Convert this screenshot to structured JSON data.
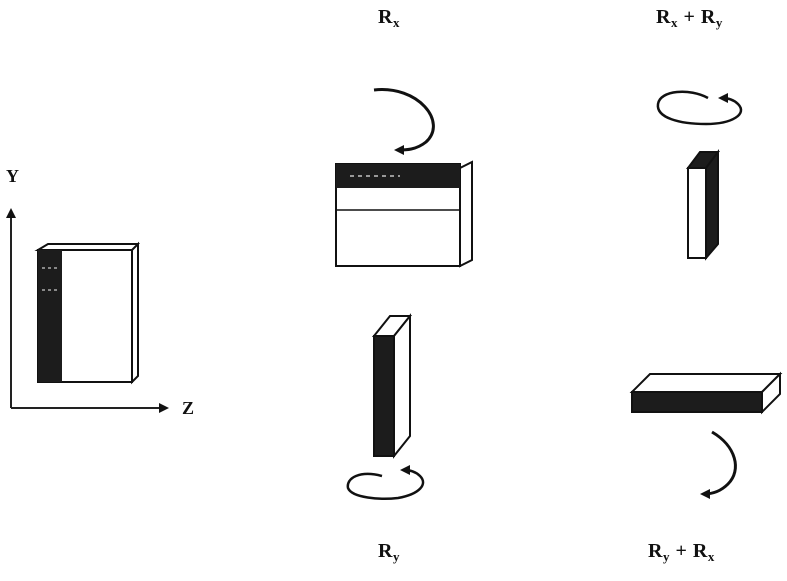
{
  "axes": {
    "y_label": "Y",
    "z_label": "Z"
  },
  "labels": {
    "rx": {
      "base": "R",
      "sub": "x"
    },
    "rx_ry": {
      "a_base": "R",
      "a_sub": "x",
      "op": " + ",
      "b_base": "R",
      "b_sub": "y"
    },
    "ry": {
      "base": "R",
      "sub": "y"
    },
    "ry_rx": {
      "a_base": "R",
      "a_sub": "y",
      "op": " + ",
      "b_base": "R",
      "b_sub": "x"
    }
  }
}
